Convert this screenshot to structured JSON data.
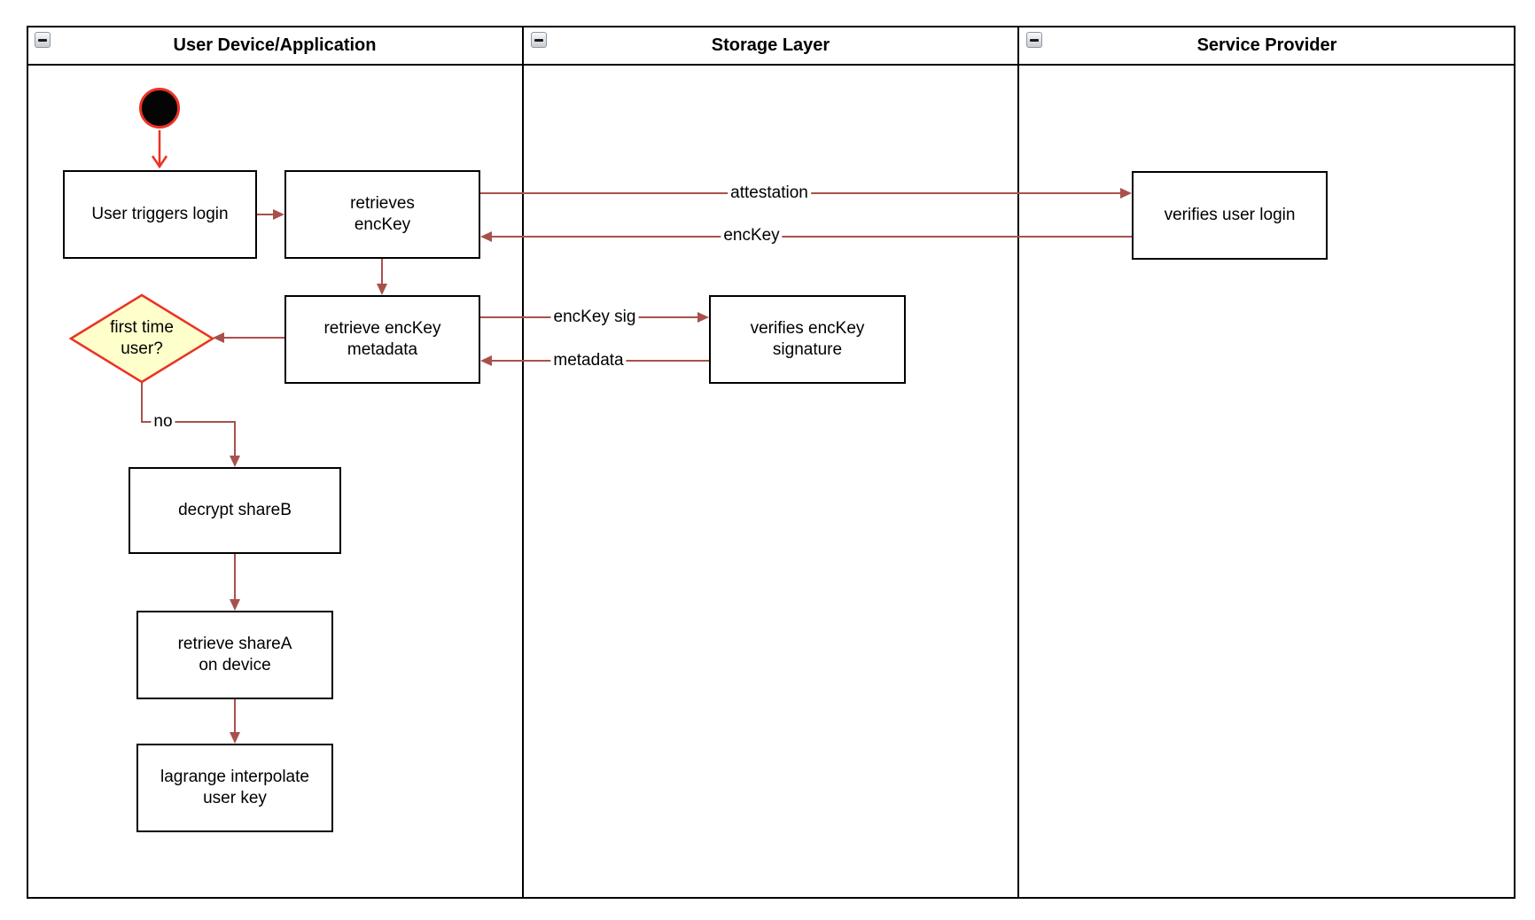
{
  "lanes": [
    {
      "title": "User Device/Application",
      "collapse_icon": "minus-icon"
    },
    {
      "title": "Storage Layer",
      "collapse_icon": "minus-icon"
    },
    {
      "title": "Service Provider",
      "collapse_icon": "minus-icon"
    }
  ],
  "nodes": {
    "start": {
      "type": "initial-node"
    },
    "user_triggers_login": {
      "label": "User triggers login"
    },
    "retrieves_enckey": {
      "line1": "retrieves",
      "line2": "encKey"
    },
    "retrieve_enckey_metadata": {
      "line1": "retrieve encKey",
      "line2": "metadata"
    },
    "verifies_enckey_signature": {
      "line1": "verifies encKey",
      "line2": "signature"
    },
    "verifies_user_login": {
      "label": "verifies user login"
    },
    "first_time_user": {
      "type": "decision",
      "line1": "first time",
      "line2": "user?"
    },
    "decrypt_shareb": {
      "label": "decrypt shareB"
    },
    "retrieve_sharea": {
      "line1": "retrieve shareA",
      "line2": "on device"
    },
    "lagrange_interpolate": {
      "line1": "lagrange interpolate",
      "line2": "user key"
    }
  },
  "edge_labels": {
    "attestation": "attestation",
    "enckey": "encKey",
    "enckey_sig": "encKey sig",
    "metadata": "metadata",
    "no": "no"
  },
  "colors": {
    "connector": "#A8514C",
    "accent_red": "#EB3223",
    "decision_fill": "#FFFFCC",
    "border_black": "#000000"
  }
}
